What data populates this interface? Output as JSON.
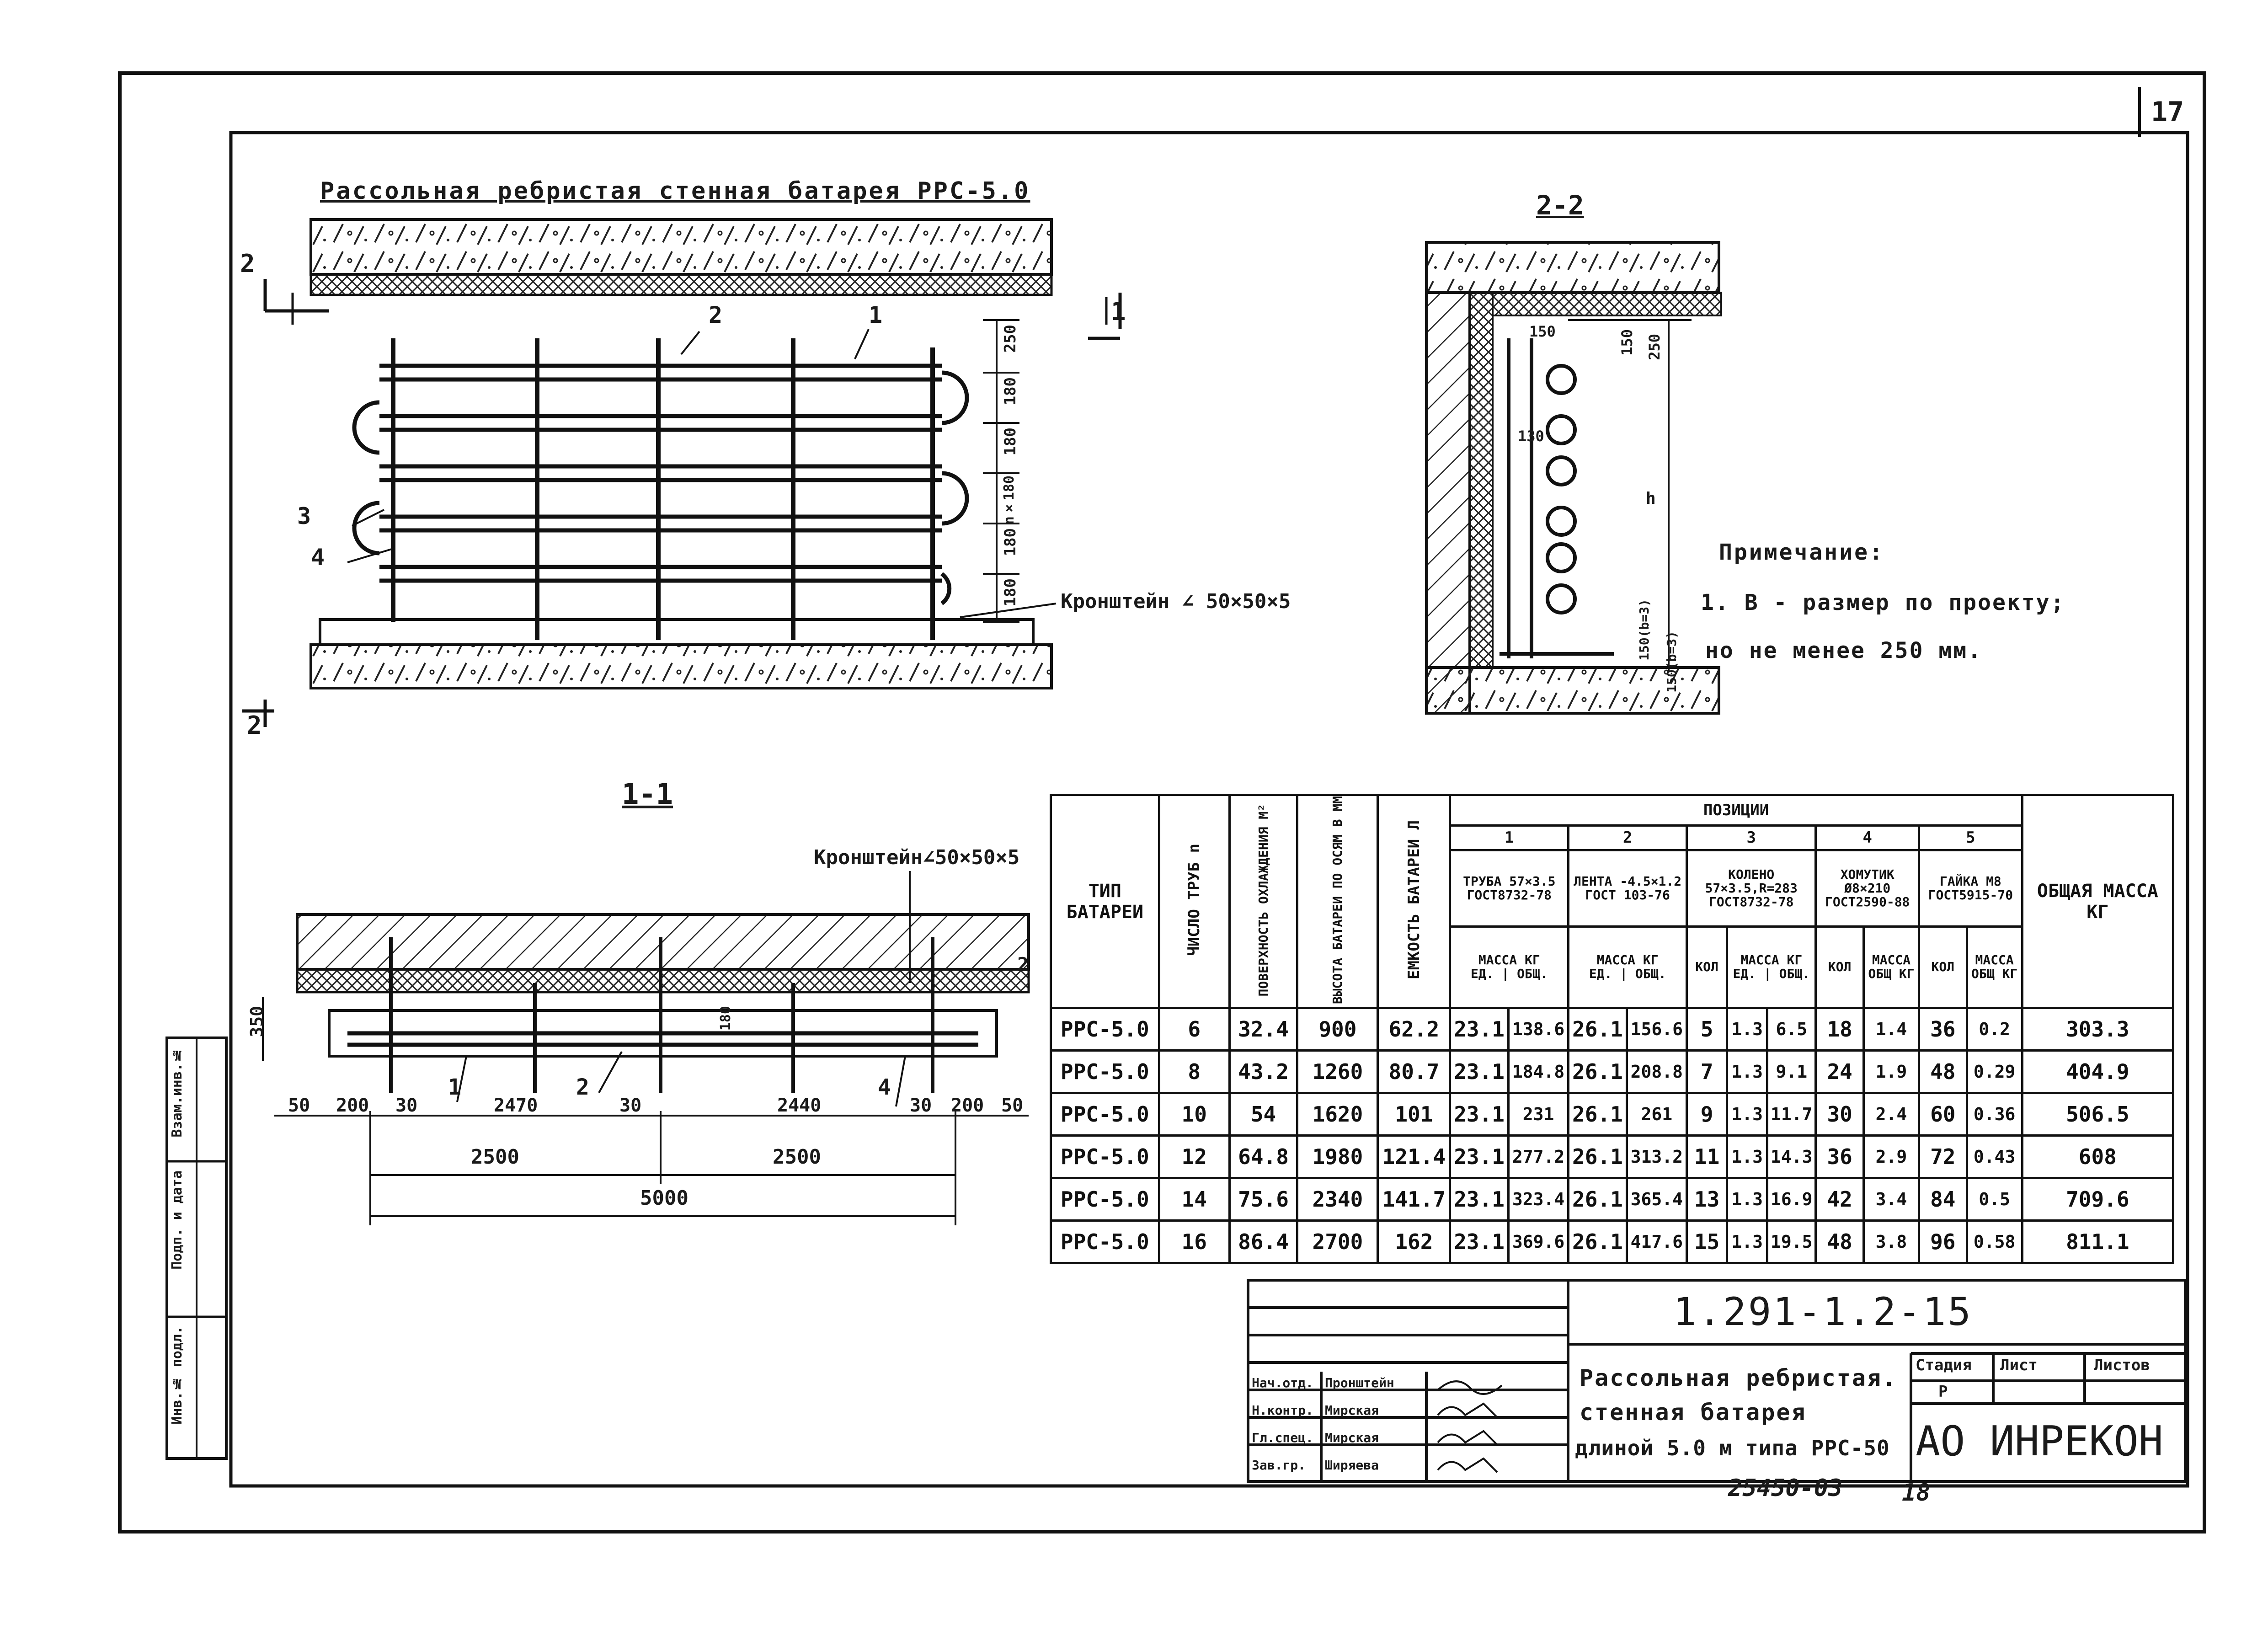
{
  "sheet_number": "17",
  "drawing_title": "Рассольная ребристая стенная батарея РРС-5.0",
  "plan_labels": {
    "cut_2": "2",
    "cut_1": "1",
    "pos_1": "1",
    "pos_2": "2",
    "pos_3": "3",
    "pos_4": "4",
    "bracket": "Кронштейн ∠ 50×50×5",
    "dims_right": [
      "250",
      "180",
      "180",
      "n×180",
      "180",
      "180"
    ]
  },
  "section_2_2": {
    "title": "2-2",
    "dims": [
      "150",
      "150",
      "250",
      "130",
      "h",
      "150(b=3)",
      "150(b=3)"
    ]
  },
  "note": {
    "heading": "Примечание:",
    "line1": "1. В - размер по проекту;",
    "line2": "но не менее 250 мм."
  },
  "section_1_1": {
    "title": "1-1",
    "bracket": "Кронштейн∠50×50×5",
    "dim_height": "350",
    "dim_180": "180",
    "pos_1": "1",
    "pos_2": "2",
    "pos_4": "4",
    "row1": [
      "50",
      "200",
      "30",
      "2470",
      "30",
      "2440",
      "30",
      "200",
      "50"
    ],
    "row2": [
      "2500",
      "2500"
    ],
    "row3": "5000",
    "marker": "2"
  },
  "table": {
    "headers": {
      "type": "ТИП БАТАРЕИ",
      "tubes": "ЧИСЛО ТРУБ n",
      "surface": "ПОВЕРХНОСТЬ ОХЛАЖДЕНИЯ М²",
      "height": "ВЫСОТА БАТАРЕИ ПО ОСЯМ В ММ",
      "capacity": "ЕМКОСТЬ БАТАРЕИ Л",
      "positions": "ПОЗИЦИИ",
      "total_mass": "ОБЩАЯ МАССА КГ"
    },
    "positions": [
      {
        "num": "1",
        "name": "ТРУБА 57×3.5",
        "std": "ГОСТ8732-78"
      },
      {
        "num": "2",
        "name": "ЛЕНТА -4.5×1.2",
        "std": "ГОСТ 103-76"
      },
      {
        "num": "3",
        "name": "КОЛЕНО 57×3.5,R=283",
        "std": "ГОСТ8732-78"
      },
      {
        "num": "4",
        "name": "ХОМУТИК Ø8×210",
        "std": "ГОСТ2590-88"
      },
      {
        "num": "5",
        "name": "ГАЙКА М8",
        "std": "ГОСТ5915-70"
      }
    ],
    "sub": {
      "mass_kg": "МАССА КГ",
      "ed": "ЕД.",
      "obsch": "ОБЩ.",
      "kol": "КОЛ",
      "massa_kg_short": "МАССА КГ",
      "massa_obsch_kg": "МАССА ОБЩ КГ"
    },
    "rows": [
      [
        "РРС-5.0",
        "6",
        "32.4",
        "900",
        "62.2",
        "23.1",
        "138.6",
        "26.1",
        "156.6",
        "5",
        "1.3",
        "6.5",
        "18",
        "1.4",
        "36",
        "0.2",
        "303.3"
      ],
      [
        "РРС-5.0",
        "8",
        "43.2",
        "1260",
        "80.7",
        "23.1",
        "184.8",
        "26.1",
        "208.8",
        "7",
        "1.3",
        "9.1",
        "24",
        "1.9",
        "48",
        "0.29",
        "404.9"
      ],
      [
        "РРС-5.0",
        "10",
        "54",
        "1620",
        "101",
        "23.1",
        "231",
        "26.1",
        "261",
        "9",
        "1.3",
        "11.7",
        "30",
        "2.4",
        "60",
        "0.36",
        "506.5"
      ],
      [
        "РРС-5.0",
        "12",
        "64.8",
        "1980",
        "121.4",
        "23.1",
        "277.2",
        "26.1",
        "313.2",
        "11",
        "1.3",
        "14.3",
        "36",
        "2.9",
        "72",
        "0.43",
        "608"
      ],
      [
        "РРС-5.0",
        "14",
        "75.6",
        "2340",
        "141.7",
        "23.1",
        "323.4",
        "26.1",
        "365.4",
        "13",
        "1.3",
        "16.9",
        "42",
        "3.4",
        "84",
        "0.5",
        "709.6"
      ],
      [
        "РРС-5.0",
        "16",
        "86.4",
        "2700",
        "162",
        "23.1",
        "369.6",
        "26.1",
        "417.6",
        "15",
        "1.3",
        "19.5",
        "48",
        "3.8",
        "96",
        "0.58",
        "811.1"
      ]
    ]
  },
  "title_block": {
    "code": "1.291-1.2-15",
    "title_line1": "Рассольная ребристая.",
    "title_line2": "стенная батарея",
    "title_line3": "длиной 5.0 м типа РРС-50",
    "stage_label": "Стадия",
    "sheet_label": "Лист",
    "sheets_label": "Листов",
    "stage_value": "Р",
    "company": "АО ИНРЕКОН",
    "people": [
      {
        "role": "Нач.отд.",
        "name": "Пронштейн"
      },
      {
        "role": "Н.контр.",
        "name": "Мирская"
      },
      {
        "role": "Гл.спец.",
        "name": "Мирская"
      },
      {
        "role": "Зав.гр.",
        "name": "Ширяева"
      }
    ]
  },
  "left_strip": [
    "Инв.№ подл.",
    "Подп. и дата",
    "Взам.инв.№"
  ],
  "bottom_number": "25450-03",
  "bottom_page": "18"
}
